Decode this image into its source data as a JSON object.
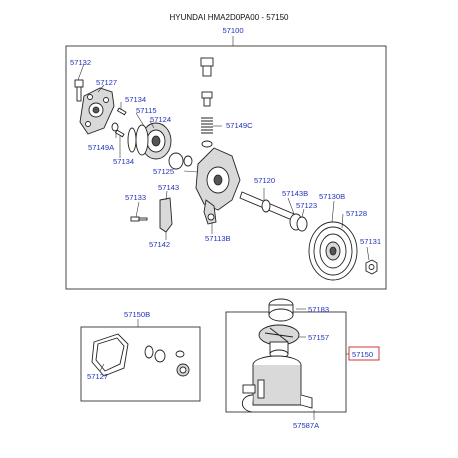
{
  "header": {
    "title": "HYUNDAI HMA2D0PA00 - 57150"
  },
  "main_group": {
    "label": "57100"
  },
  "labels": {
    "p57132": "57132",
    "p57127_top": "57127",
    "p57134_a": "57134",
    "p57115": "57115",
    "p57124": "57124",
    "p57149C": "57149C",
    "p57149A": "57149A",
    "p57134_b": "57134",
    "p57125": "57125",
    "p57120": "57120",
    "p57143": "57143",
    "p57143B": "57143B",
    "p57130B": "57130B",
    "p57133": "57133",
    "p57123": "57123",
    "p57128": "57128",
    "p57142": "57142",
    "p57113B": "57113B",
    "p57131": "57131",
    "p57150B": "57150B",
    "p57127_bottom": "57127",
    "p57183": "57183",
    "p57157": "57157",
    "p57150": "57150",
    "p57587A": "57587A"
  },
  "colors": {
    "label": "#2233bb",
    "highlight": "#cc2222",
    "line": "#333333"
  }
}
